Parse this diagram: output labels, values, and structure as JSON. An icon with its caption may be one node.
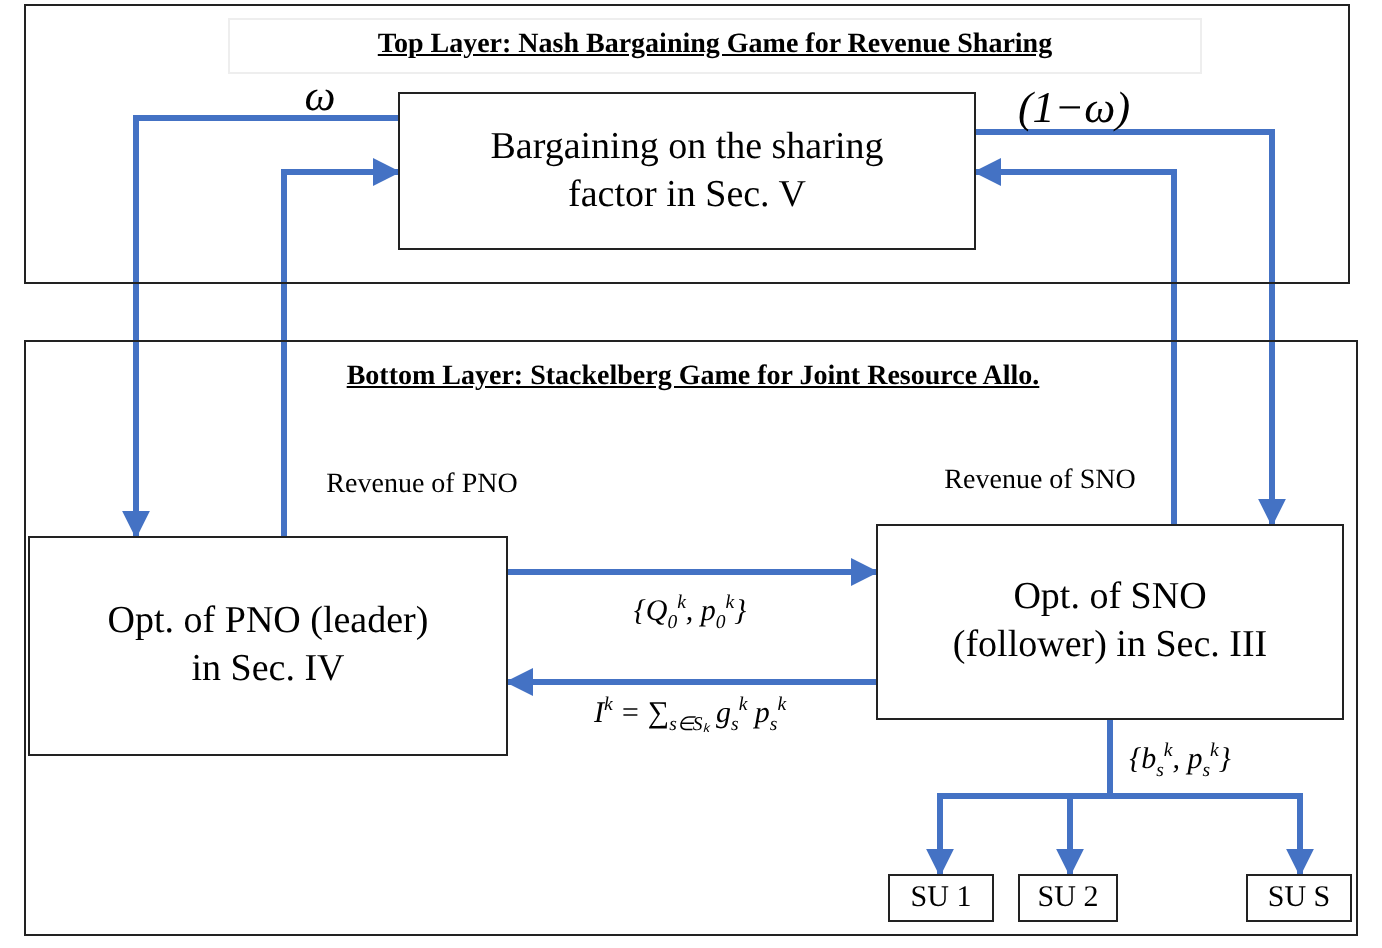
{
  "diagram": {
    "nodes": [
      {
        "text": [
          "Top Layer: Nash Bargaining Game for Revenue Sharing"
        ]
      },
      {
        "text": [
          "Bargaining on the sharing factor  in Sec. V"
        ],
        "in": 0
      },
      {
        "text": [
          "Bottom Layer: Stackelberg Game for Joint Resource Allo."
        ]
      },
      {
        "text": [
          "Opt. of PNO (leader) in Sec. IV"
        ],
        "in": 2
      },
      {
        "text": [
          "Opt. of SNO (follower) in Sec. III"
        ],
        "in": 2
      },
      {
        "text": [
          "SU 1"
        ],
        "in": 2
      },
      {
        "text": [
          "SU 2"
        ],
        "in": 2
      },
      {
        "text": [
          "SU S"
        ],
        "in": 2
      }
    ],
    "edges": [
      {
        "from": 1,
        "to": 3,
        "arrow": "to",
        "label": "ω"
      },
      {
        "from": 3,
        "to": 1,
        "arrow": "to",
        "label": "Revenue of PNO"
      },
      {
        "from": 1,
        "to": 4,
        "arrow": "to",
        "label": "(1−ω)"
      },
      {
        "from": 4,
        "to": 1,
        "arrow": "to",
        "label": "Revenue of SNO"
      },
      {
        "from": 3,
        "to": 4,
        "arrow": "to",
        "label": "{Q$_{0}$$^{k}$, p$_{0}$$^{k}$}"
      },
      {
        "from": 4,
        "to": 3,
        "arrow": "to",
        "label": "I$^{k}$ = ∑$_{s∈Sₖ}$ g$_{s}$$^{k}$ p$_{s}$$^{k}$"
      },
      {
        "from": 4,
        "to": 5,
        "arrow": "to",
        "label": "{b$_{s}$$^{k}$, p$_{s}$$^{k}$}"
      },
      {
        "from": 4,
        "to": 6,
        "arrow": "to"
      },
      {
        "from": 4,
        "to": 7,
        "arrow": "to"
      }
    ]
  }
}
